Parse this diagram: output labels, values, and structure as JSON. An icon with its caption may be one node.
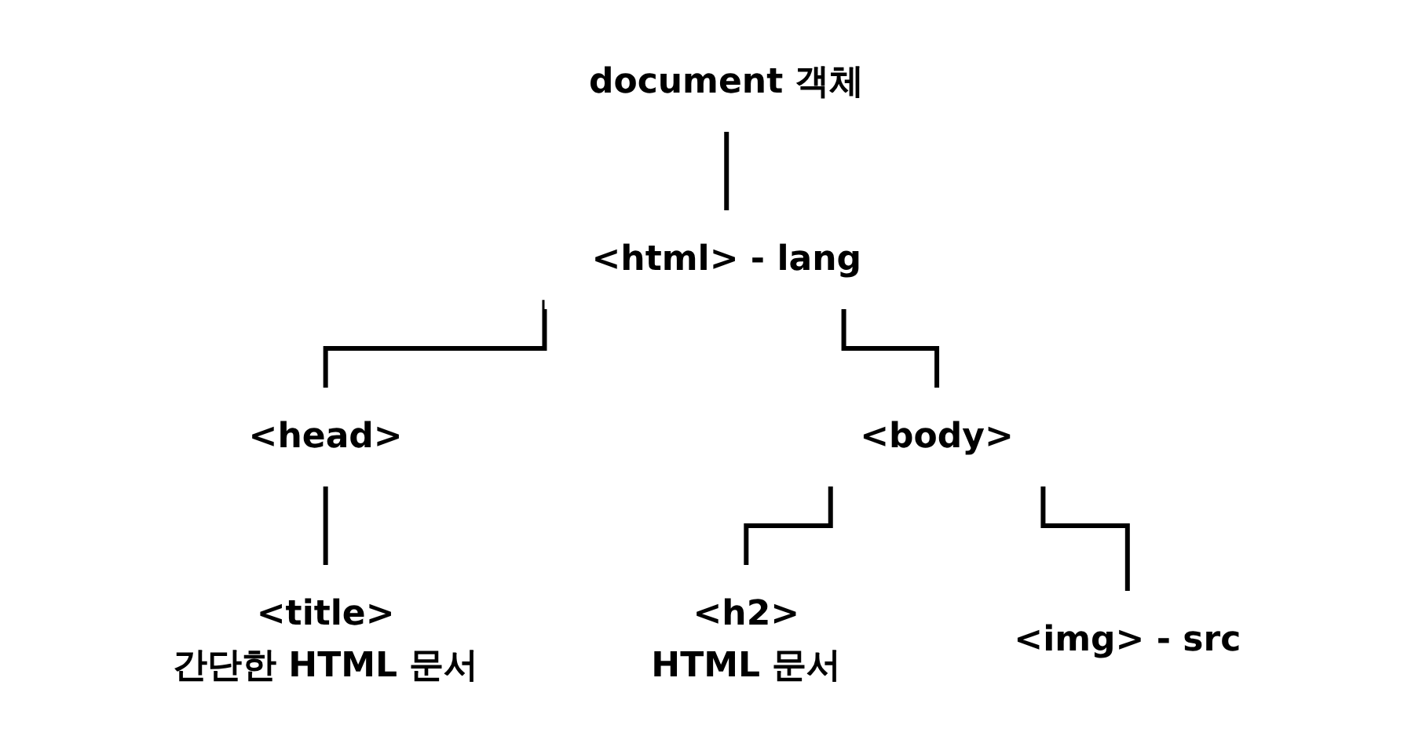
{
  "diagram": {
    "nodes": [
      {
        "text": [
          "document 객체"
        ]
      },
      {
        "text": [
          "<html> - lang"
        ]
      },
      {
        "text": [
          "<head>"
        ]
      },
      {
        "text": [
          "<body>"
        ]
      },
      {
        "text": [
          "<title>",
          "간단한 HTML 문서"
        ]
      },
      {
        "text": [
          "<h2>",
          "HTML 문서"
        ]
      },
      {
        "text": [
          "<img> - src"
        ]
      }
    ],
    "edges": [
      {
        "from": 0,
        "to": 1,
        "arrow": "none"
      },
      {
        "from": 1,
        "to": 2,
        "arrow": "none"
      },
      {
        "from": 1,
        "to": 3,
        "arrow": "none"
      },
      {
        "from": 2,
        "to": 4,
        "arrow": "none"
      },
      {
        "from": 3,
        "to": 5,
        "arrow": "none"
      },
      {
        "from": 3,
        "to": 6,
        "arrow": "none"
      }
    ]
  }
}
